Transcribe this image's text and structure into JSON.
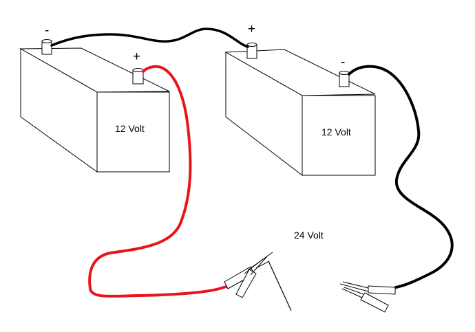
{
  "battery_left": {
    "label": "12 Volt",
    "negative_sign": "-",
    "positive_sign": "+"
  },
  "battery_right": {
    "label": "12 Volt",
    "negative_sign": "-",
    "positive_sign": "+"
  },
  "total_label": "24 Volt",
  "colors": {
    "positive_cable": "#e8141a",
    "negative_cable": "#000000",
    "outline": "#000000"
  }
}
